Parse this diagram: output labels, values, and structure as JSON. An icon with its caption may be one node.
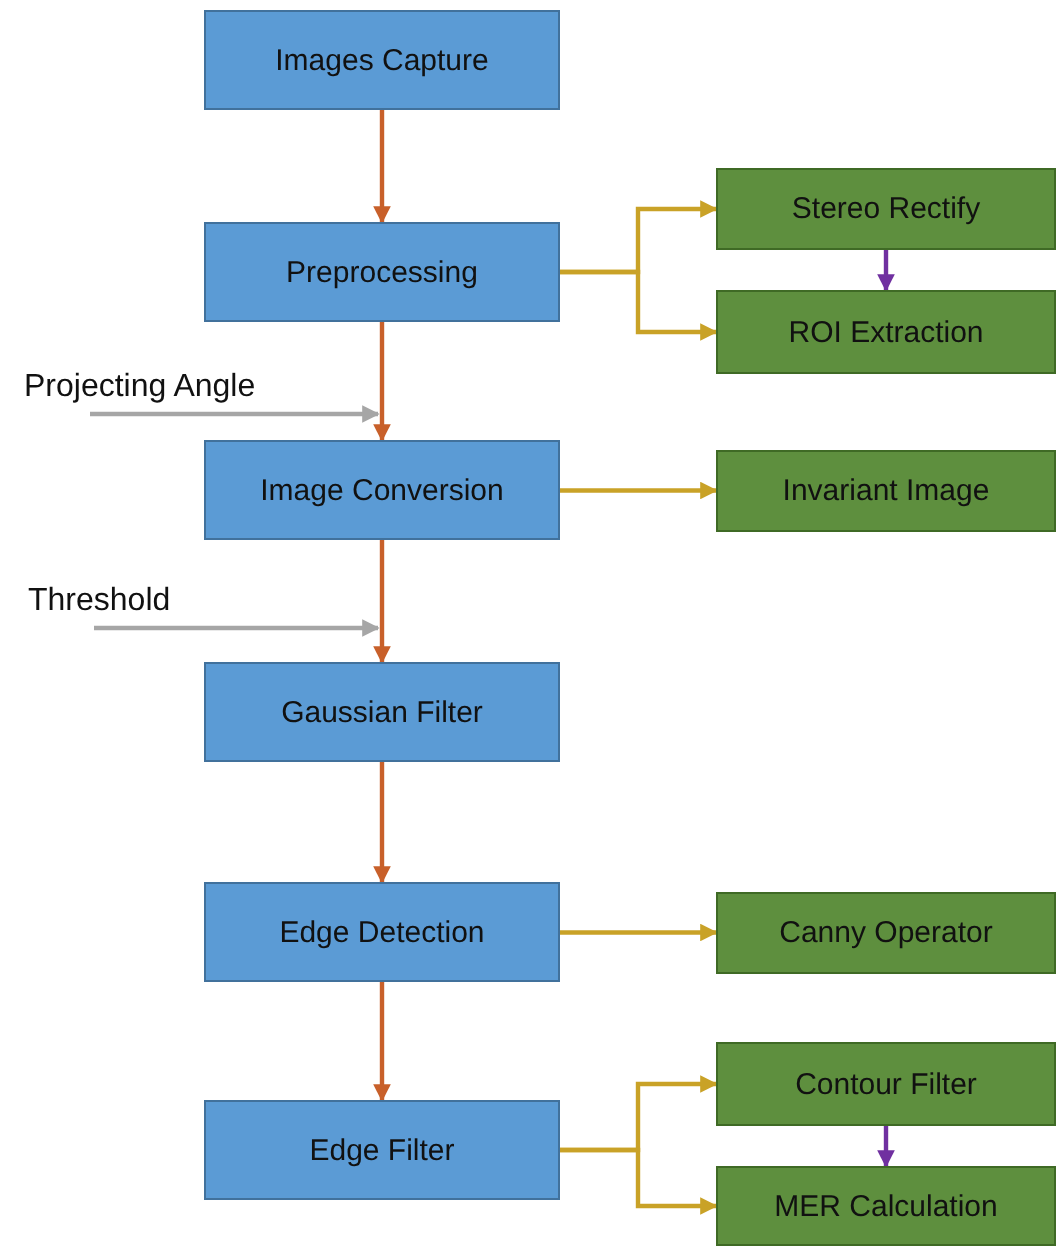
{
  "diagram": {
    "nodes": [
      {
        "text": [
          "Images Capture"
        ]
      },
      {
        "text": [
          "Preprocessing"
        ]
      },
      {
        "text": [
          "Stereo Rectify"
        ]
      },
      {
        "text": [
          "ROI Extraction"
        ]
      },
      {
        "text": [
          "Projecting Angle"
        ]
      },
      {
        "text": [
          "Image Conversion"
        ]
      },
      {
        "text": [
          "Invariant Image"
        ]
      },
      {
        "text": [
          "Threshold"
        ]
      },
      {
        "text": [
          "Gaussian Filter"
        ]
      },
      {
        "text": [
          "Edge Detection"
        ]
      },
      {
        "text": [
          "Canny Operator"
        ]
      },
      {
        "text": [
          "Edge Filter"
        ]
      },
      {
        "text": [
          "Contour Filter"
        ]
      },
      {
        "text": [
          "MER Calculation"
        ]
      }
    ],
    "edges": [
      {
        "from": 0,
        "to": 1,
        "arrow": "to",
        "color": "#c8602a"
      },
      {
        "from": 1,
        "to": 2,
        "arrow": "to"
      },
      {
        "from": 1,
        "to": 3,
        "arrow": "to"
      },
      {
        "from": 2,
        "to": 3,
        "arrow": "to",
        "color": "#7030a0"
      },
      {
        "from": 1,
        "to": 5,
        "arrow": "to",
        "color": "#c8602a"
      },
      {
        "from": 4,
        "to": 5,
        "arrow": "to",
        "color": "#a6a6a6"
      },
      {
        "from": 5,
        "to": 6,
        "arrow": "to"
      },
      {
        "from": 5,
        "to": 8,
        "arrow": "to",
        "color": "#c8602a"
      },
      {
        "from": 7,
        "to": 8,
        "arrow": "to",
        "color": "#a6a6a6"
      },
      {
        "from": 8,
        "to": 9,
        "arrow": "to",
        "color": "#c8602a"
      },
      {
        "from": 9,
        "to": 10,
        "arrow": "to"
      },
      {
        "from": 9,
        "to": 11,
        "arrow": "to",
        "color": "#c8602a"
      },
      {
        "from": 11,
        "to": 12,
        "arrow": "to"
      },
      {
        "from": 11,
        "to": 13,
        "arrow": "to"
      },
      {
        "from": 12,
        "to": 13,
        "arrow": "to",
        "color": "#7030a0"
      }
    ]
  }
}
